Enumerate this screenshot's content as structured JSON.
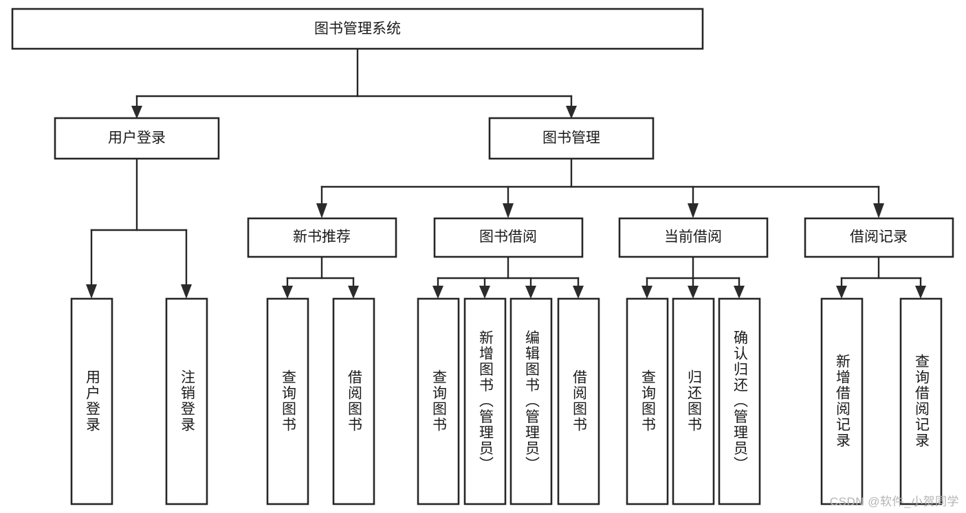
{
  "diagram": {
    "type": "tree-hierarchy",
    "title": "图书管理系统",
    "orientation": "top-down",
    "background_color": "#ffffff",
    "line_color": "#262626",
    "box_fill": "#ffffff",
    "root": {
      "label": "图书管理系统",
      "children": [
        {
          "label": "用户登录",
          "children": [
            {
              "label": "用户登录"
            },
            {
              "label": "注销登录"
            }
          ]
        },
        {
          "label": "图书管理",
          "children": [
            {
              "label": "新书推荐",
              "children": [
                {
                  "label": "查询图书"
                },
                {
                  "label": "借阅图书"
                }
              ]
            },
            {
              "label": "图书借阅",
              "children": [
                {
                  "label": "查询图书"
                },
                {
                  "label": "新增图书（管理员）"
                },
                {
                  "label": "编辑图书（管理员）"
                },
                {
                  "label": "借阅图书"
                }
              ]
            },
            {
              "label": "当前借阅",
              "children": [
                {
                  "label": "查询图书"
                },
                {
                  "label": "归还图书"
                },
                {
                  "label": "确认归还（管理员）"
                }
              ]
            },
            {
              "label": "借阅记录",
              "children": [
                {
                  "label": "新增借阅记录"
                },
                {
                  "label": "查询借阅记录"
                }
              ]
            }
          ]
        }
      ]
    },
    "nodes": {
      "root": {
        "label": "图书管理系统"
      },
      "level1": [
        {
          "label": "用户登录"
        },
        {
          "label": "图书管理"
        }
      ],
      "level2": [
        {
          "label": "新书推荐"
        },
        {
          "label": "图书借阅"
        },
        {
          "label": "当前借阅"
        },
        {
          "label": "借阅记录"
        }
      ],
      "leaves": [
        {
          "label": "用户登录"
        },
        {
          "label": "注销登录"
        },
        {
          "label": "查询图书"
        },
        {
          "label": "借阅图书"
        },
        {
          "label": "查询图书"
        },
        {
          "label": "新增图书（管理员）"
        },
        {
          "label": "编辑图书（管理员）"
        },
        {
          "label": "借阅图书"
        },
        {
          "label": "查询图书"
        },
        {
          "label": "归还图书"
        },
        {
          "label": "确认归还（管理员）"
        },
        {
          "label": "新增借阅记录"
        },
        {
          "label": "查询借阅记录"
        }
      ]
    }
  },
  "watermark": {
    "text": "CSDN @软件_小贺同学"
  }
}
